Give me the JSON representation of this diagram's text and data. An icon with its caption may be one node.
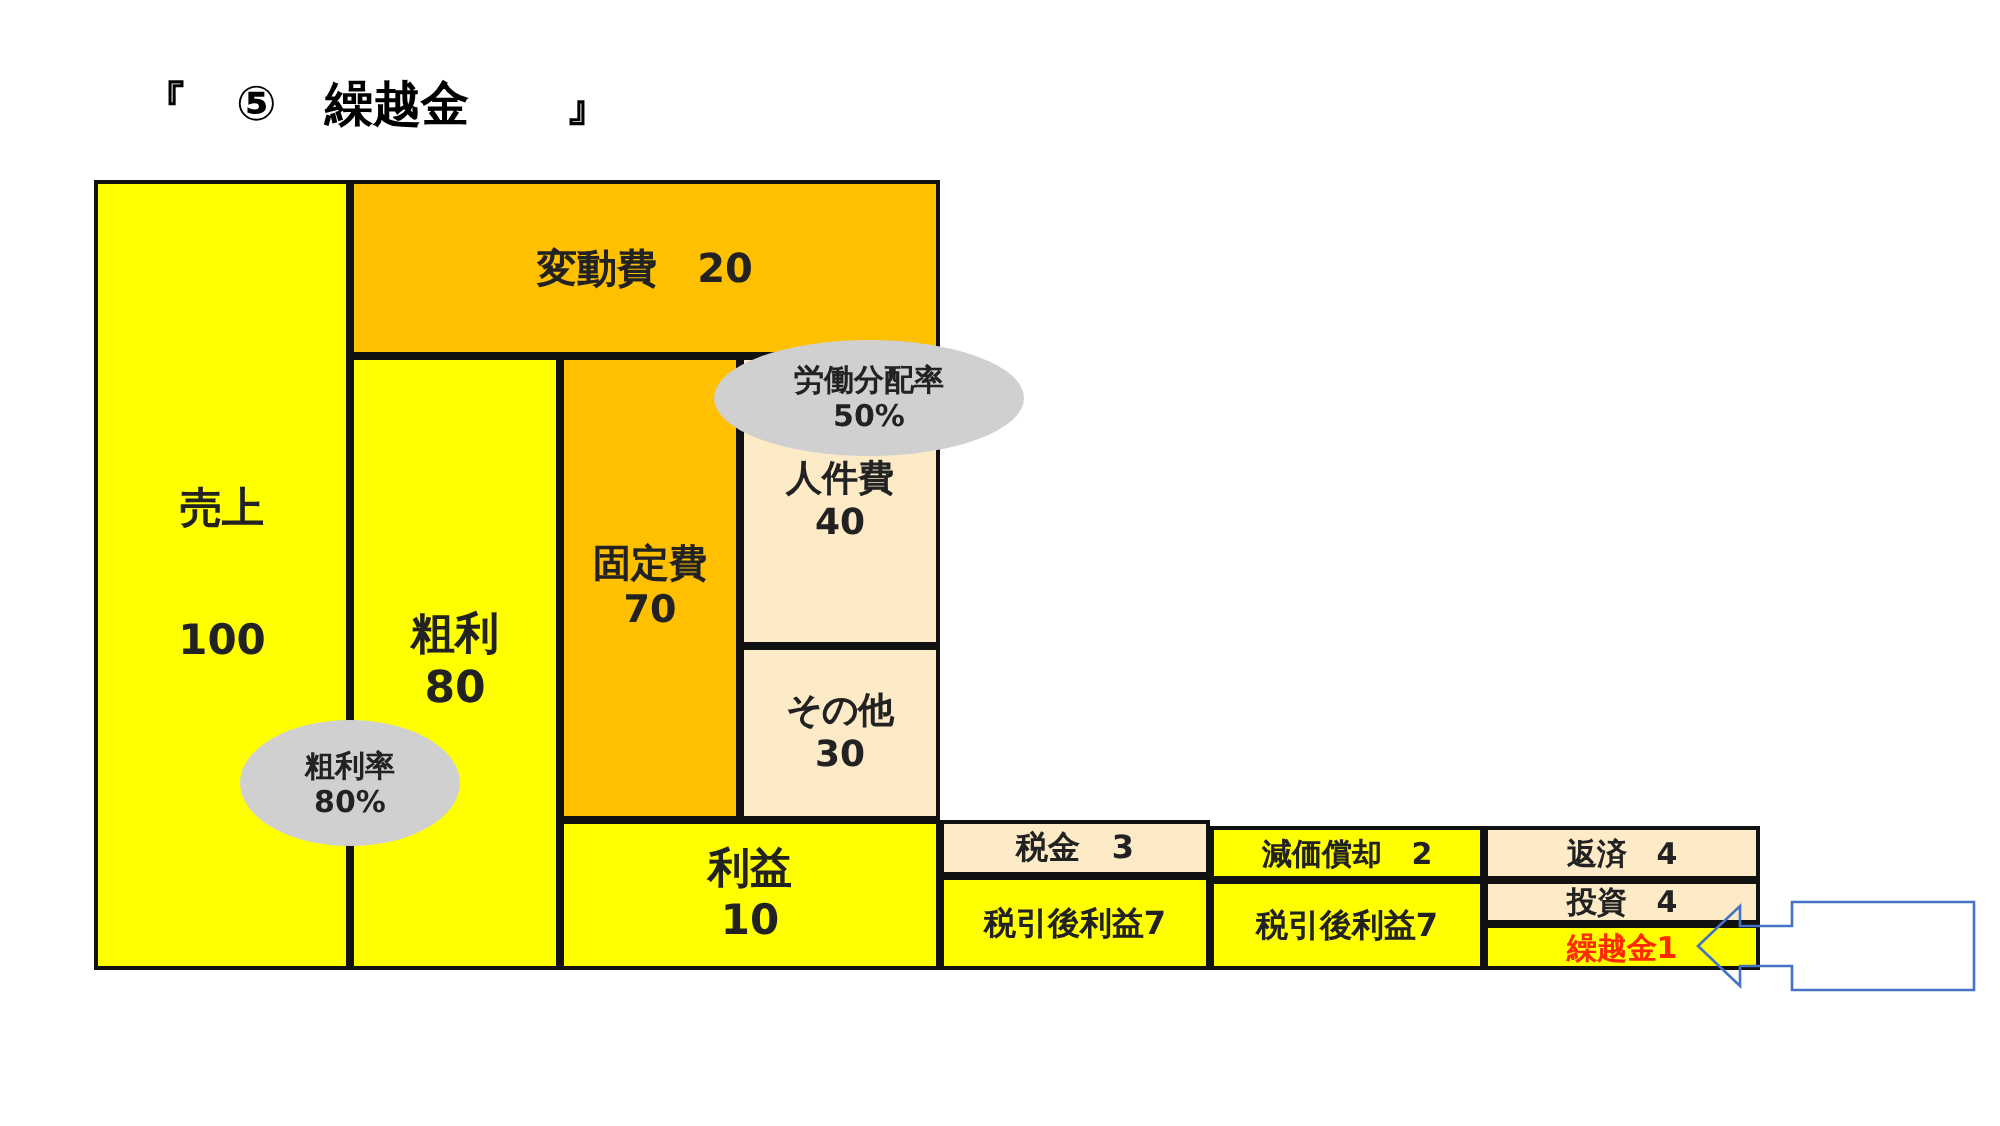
{
  "diagram": {
    "title": "『　⑤　繰越金　　』",
    "nodes": [
      {
        "text": [
          "売上",
          "100"
        ]
      },
      {
        "text": [
          "変動費　20"
        ]
      },
      {
        "text": [
          "粗利",
          "80"
        ]
      },
      {
        "text": [
          "固定費",
          "70"
        ]
      },
      {
        "text": [
          "人件費",
          "40"
        ]
      },
      {
        "text": [
          "その他",
          "30"
        ]
      },
      {
        "text": [
          "利益",
          "10"
        ]
      },
      {
        "text": [
          "税金　3"
        ]
      },
      {
        "text": [
          "税引後利益7"
        ]
      },
      {
        "text": [
          "減価償却　2"
        ]
      },
      {
        "text": [
          "税引後利益7"
        ]
      },
      {
        "text": [
          "返済　4"
        ]
      },
      {
        "text": [
          "投資　4"
        ]
      },
      {
        "text": [
          "繰越金1"
        ]
      },
      {
        "text": [
          "労働分配率",
          "50%"
        ]
      },
      {
        "text": [
          "粗利率",
          "80%"
        ]
      },
      {
        "text": [],
        "shape": "arrow"
      }
    ]
  }
}
